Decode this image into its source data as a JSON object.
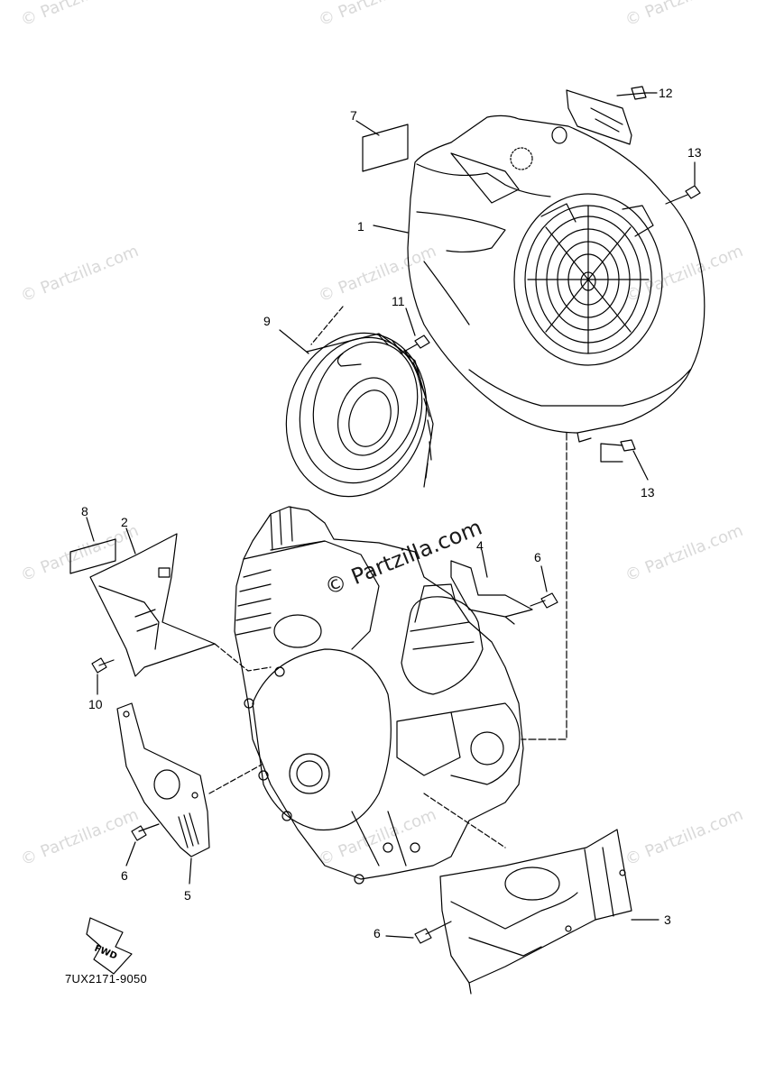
{
  "diagram": {
    "callouts": [
      {
        "id": "1",
        "label": "1"
      },
      {
        "id": "2",
        "label": "2"
      },
      {
        "id": "3",
        "label": "3"
      },
      {
        "id": "4",
        "label": "4"
      },
      {
        "id": "5",
        "label": "5"
      },
      {
        "id": "6a",
        "label": "6"
      },
      {
        "id": "6b",
        "label": "6"
      },
      {
        "id": "6c",
        "label": "6"
      },
      {
        "id": "7",
        "label": "7"
      },
      {
        "id": "8",
        "label": "8"
      },
      {
        "id": "9",
        "label": "9"
      },
      {
        "id": "10",
        "label": "10"
      },
      {
        "id": "11",
        "label": "11"
      },
      {
        "id": "12",
        "label": "12"
      },
      {
        "id": "13a",
        "label": "13"
      },
      {
        "id": "13b",
        "label": "13"
      }
    ],
    "diagram_code": "7UX2171-9050",
    "fwd_label": "FWD",
    "watermark": "© Partzilla.com"
  }
}
